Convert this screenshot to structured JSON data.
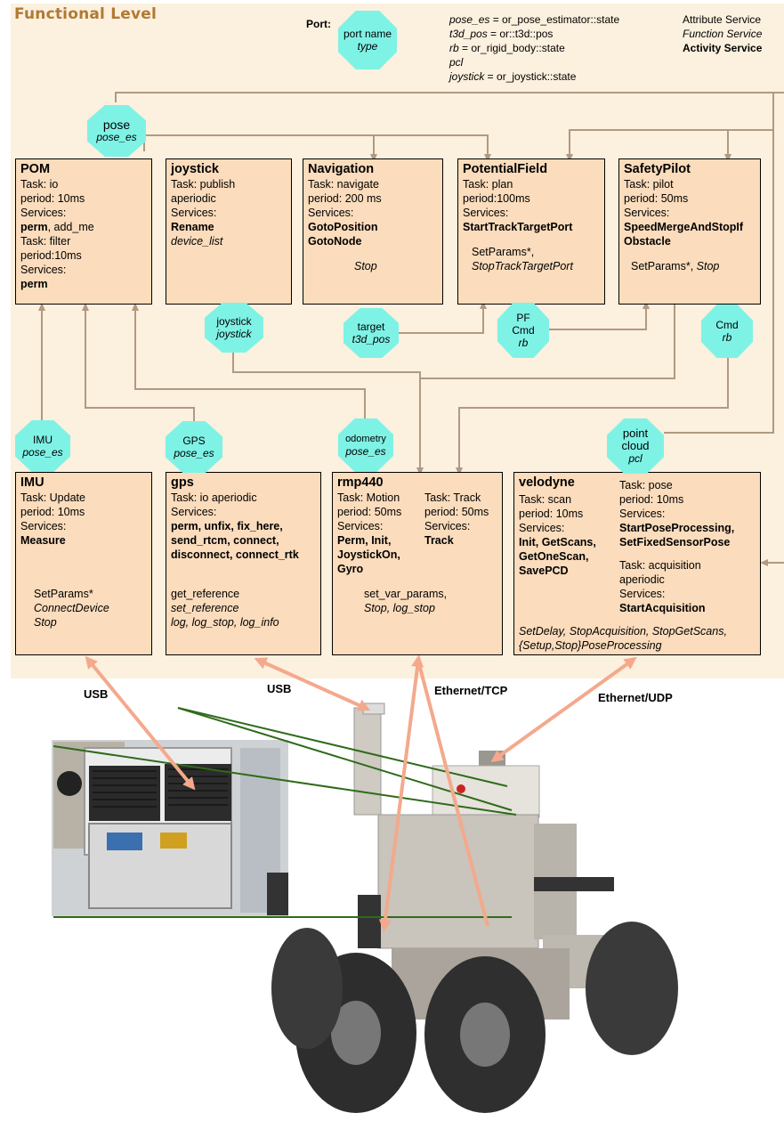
{
  "title": "Functional Level",
  "legend": {
    "port_label": "Port:",
    "port_name": "port name",
    "port_type": "type",
    "map": [
      {
        "key": "pose_es",
        "value": " = or_pose_estimator::state"
      },
      {
        "key": "t3d_pos",
        "value": " = or::t3d::pos"
      },
      {
        "key": "rb",
        "value": " = or_rigid_body::state"
      },
      {
        "key": "pcl",
        "value": ""
      },
      {
        "key": "joystick",
        "value": " = or_joystick::state"
      }
    ],
    "services": {
      "attribute": "Attribute Service",
      "function": "Function Service",
      "activity": "Activity Service"
    }
  },
  "top_boxes": {
    "pom": {
      "name": "POM",
      "l1": "Task: io",
      "l2": "period: 10ms",
      "l3": "Services:",
      "l4b": "perm",
      "l4": ", add_me",
      "l5": "Task: filter",
      "l6": "period:10ms",
      "l7": "Services:",
      "l8b": "perm"
    },
    "joystick": {
      "name": "joystick",
      "l1": "Task: publish",
      "l2": "aperiodic",
      "l3": "Services:",
      "l4b": "Rename",
      "l5i": "device_list"
    },
    "navigation": {
      "name": "Navigation",
      "l1": "Task: navigate",
      "l2": "period: 200 ms",
      "l3": "Services:",
      "l4b": "GotoPosition",
      "l5b": "GotoNode",
      "l6i": "Stop"
    },
    "potentialfield": {
      "name": "PotentialField",
      "l1": "Task: plan",
      "l2": "period:100ms",
      "l3": "Services:",
      "l4b": "StartTrackTargetPort",
      "l5": "SetParams*,",
      "l6i": "StopTrackTargetPort"
    },
    "safetypilot": {
      "name": "SafetyPilot",
      "l1": "Task: pilot",
      "l2": "period: 50ms",
      "l3": "Services:",
      "l4b": "SpeedMergeAndStopIf",
      "l5b": "Obstacle",
      "l6": "SetParams*, ",
      "l6i": "Stop"
    }
  },
  "bottom_boxes": {
    "imu": {
      "name": "IMU",
      "l1": "Task: Update",
      "l2": "period: 10ms",
      "l3": "Services:",
      "l4b": "Measure",
      "l5": "SetParams*",
      "l6i": "ConnectDevice",
      "l7i": "Stop"
    },
    "gps": {
      "name": "gps",
      "l1": "Task: io aperiodic",
      "l2": "Services:",
      "l3b": "perm, unfix, fix_here,",
      "l4b": "send_rtcm, connect,",
      "l5b": "disconnect, connect_rtk",
      "l6": "get_reference",
      "l7i": "set_reference",
      "l8i": "log, log_stop, log_info"
    },
    "rmp440": {
      "name": "rmp440",
      "a1": "Task: Motion",
      "a2": "period: 50ms",
      "a3": "Services:",
      "a4b": "Perm, Init,",
      "a5b": "JoystickOn,",
      "a6b": "Gyro",
      "b1": "Task: Track",
      "b2": "period: 50ms",
      "b3": "Services:",
      "b4b": "Track",
      "c1": "set_var_params,",
      "c2i": "Stop, log_stop"
    },
    "velodyne": {
      "name": "velodyne",
      "a1": "Task: scan",
      "a2": "period: 10ms",
      "a3": "Services:",
      "a4b": "Init, GetScans,",
      "a5b": "GetOneScan,",
      "a6b": "SavePCD",
      "b1": "Task: pose",
      "b2": "period: 10ms",
      "b3": "Services:",
      "b4b": "StartPoseProcessing,",
      "b5b": "SetFixedSensorPose",
      "b6": "Task: acquisition",
      "b7": "aperiodic",
      "b8": "Services:",
      "b9b": "StartAcquisition",
      "c1i": "SetDelay, StopAcquisition, StopGetScans,",
      "c2i": "{Setup,Stop}PoseProcessing"
    }
  },
  "ports": {
    "pose": {
      "name": "pose",
      "type": "pose_es"
    },
    "joystick": {
      "name": "joystick",
      "type": "joystick"
    },
    "target": {
      "name": "target",
      "type": "t3d_pos"
    },
    "pfcmd": {
      "name1": "PF",
      "name2": "Cmd",
      "type": "rb"
    },
    "cmd": {
      "name": "Cmd",
      "type": "rb"
    },
    "imu": {
      "name": "IMU",
      "type": "pose_es"
    },
    "gps": {
      "name": "GPS",
      "type": "pose_es"
    },
    "odometry": {
      "name": "odometry",
      "type": "pose_es"
    },
    "pointcloud": {
      "name1": "point",
      "name2": "cloud",
      "type": "pcl"
    }
  },
  "links": {
    "usb1": "USB",
    "usb2": "USB",
    "ethernet_tcp": "Ethernet/TCP",
    "ethernet_udp": "Ethernet/UDP"
  },
  "colors": {
    "panel": "#fcf0de",
    "box": "#fbdcbc",
    "port": "#7ff2e6",
    "connector": "#b09a82",
    "link_arrow": "#f4a98c",
    "title": "#b07a34"
  }
}
